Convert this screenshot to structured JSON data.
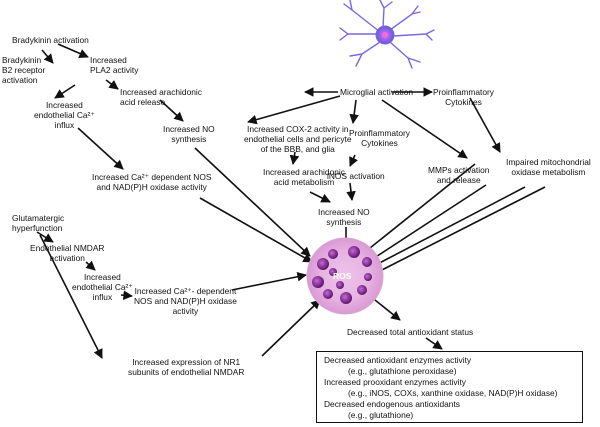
{
  "nodes": {
    "bradykinin_activation": "Bradykinin activation",
    "bradykinin_b2": [
      "Bradykinin",
      "B2 receptor",
      "activation"
    ],
    "increased_pla2": [
      "Increased",
      "PLA2 activity"
    ],
    "arachidonic_release": [
      "Increased arachidonic",
      "acid release"
    ],
    "endothelial_ca_influx_top": [
      "Increased",
      "endothelial Ca²⁺",
      "influx"
    ],
    "no_synthesis_left": [
      "Increased NO",
      "synthesis"
    ],
    "ca_nos_top": [
      "Increased Ca²⁺ dependent NOS",
      "and NAD(P)H oxidase activity"
    ],
    "glutamatergic": [
      "Glutamatergic",
      "hyperfunction"
    ],
    "endothelial_nmdar": [
      "Endothelial NMDAR",
      "activation"
    ],
    "endothelial_ca_influx_bottom": [
      "Increased",
      "endothelial Ca²⁺",
      "influx"
    ],
    "ca_nos_bottom": [
      "Increased Ca²⁺- dependent",
      "NOS and NAD(P)H oxidase",
      "activity"
    ],
    "nr1_expression": [
      "Increased expression of NR1",
      "subunits of endothelial NMDAR"
    ],
    "microglial_activation": "Microglial activation",
    "proinflammatory_top": [
      "Proinflammatory",
      "Cytokines"
    ],
    "cox2_activity": [
      "Increased COX-2 activity in",
      "endothelial cells and pericyte",
      "of the BBB, and glia"
    ],
    "proinflammatory_mid": [
      "Proinflammatory",
      "Cytokines"
    ],
    "arachidonic_metabolism": [
      "Increased arachidonic",
      "acid metabolism"
    ],
    "inos_activation": "iNOS activation",
    "no_synthesis_center": [
      "Increased NO",
      "synthesis"
    ],
    "mmps": [
      "MMPs activation",
      "and release"
    ],
    "mito_oxidase": [
      "Impaired mitochondrial",
      "oxidase metabolism"
    ],
    "ros": "ROS",
    "total_antioxidant": "Decreased total antioxidant status"
  },
  "box": {
    "lines": [
      "Decreased antioxidant enzymes activity",
      "(e.g., glutathione peroxidase)",
      "Increased prooxidant enzymes activity",
      "(e.g., iNOS, COXs, xanthine oxidase, NAD(P)H oxidase)",
      "Decreased endogenous antioxidants",
      "(e.g., glutathione)"
    ]
  },
  "colors": {
    "cell_membrane": "#e9b4e4",
    "cell_core": "#d9a0d4",
    "granule": "#7a1f8c",
    "neuron": "#6f5bd8"
  }
}
